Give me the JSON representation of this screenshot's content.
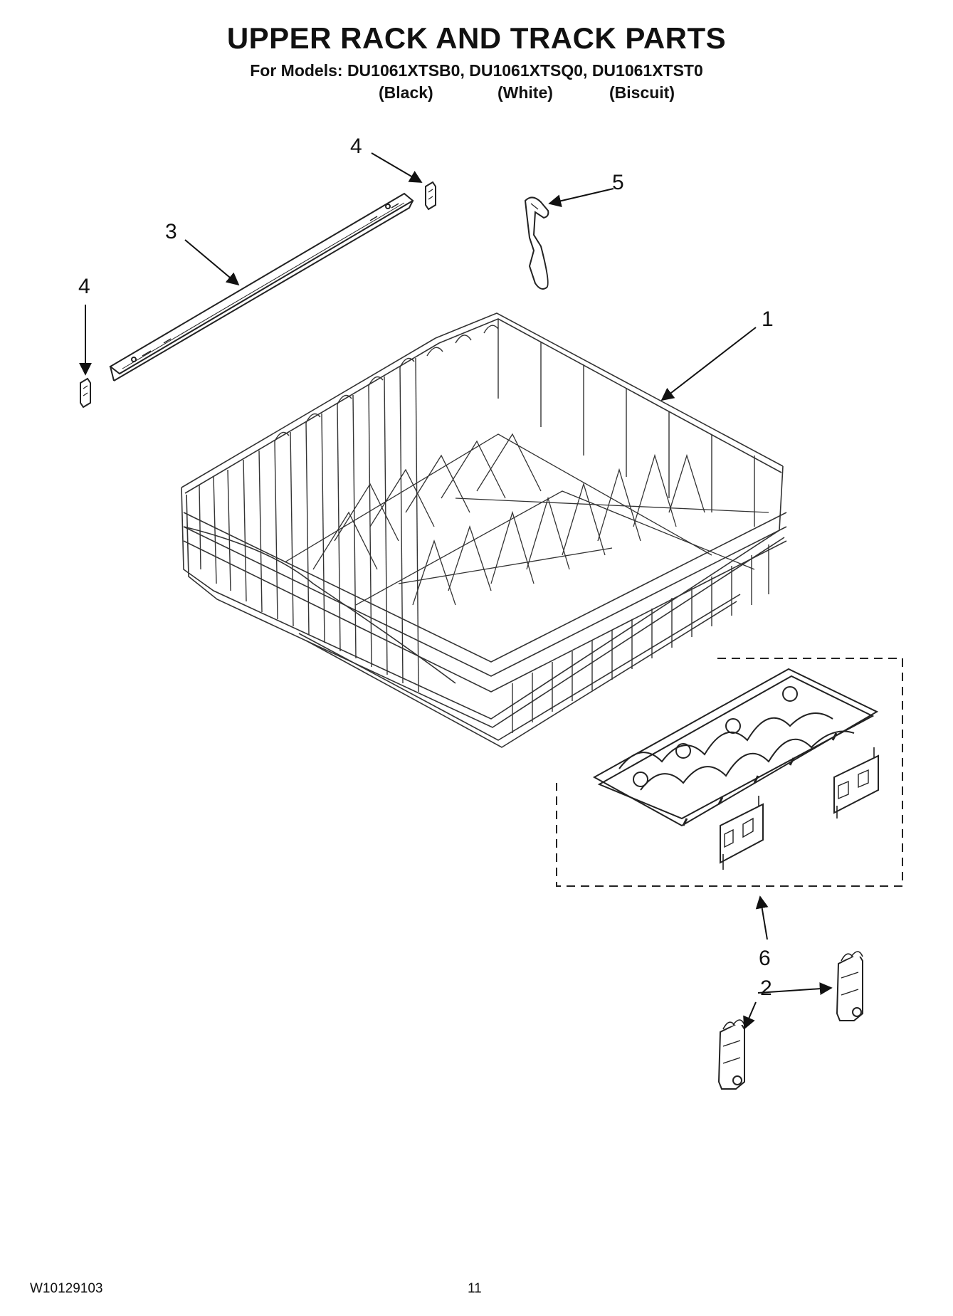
{
  "header": {
    "title": "UPPER RACK AND TRACK PARTS",
    "models_line": "For Models: DU1061XTSB0, DU1061XTSQ0, DU1061XTST0",
    "variants": [
      "(Black)",
      "(White)",
      "(Biscuit)"
    ]
  },
  "callouts": [
    {
      "id": "4a",
      "label": "4"
    },
    {
      "id": "5",
      "label": "5"
    },
    {
      "id": "3",
      "label": "3"
    },
    {
      "id": "4b",
      "label": "4"
    },
    {
      "id": "1",
      "label": "1"
    },
    {
      "id": "6",
      "label": "6"
    },
    {
      "id": "2",
      "label": "2"
    }
  ],
  "footer": {
    "doc_number": "W10129103",
    "page_number": "11"
  }
}
